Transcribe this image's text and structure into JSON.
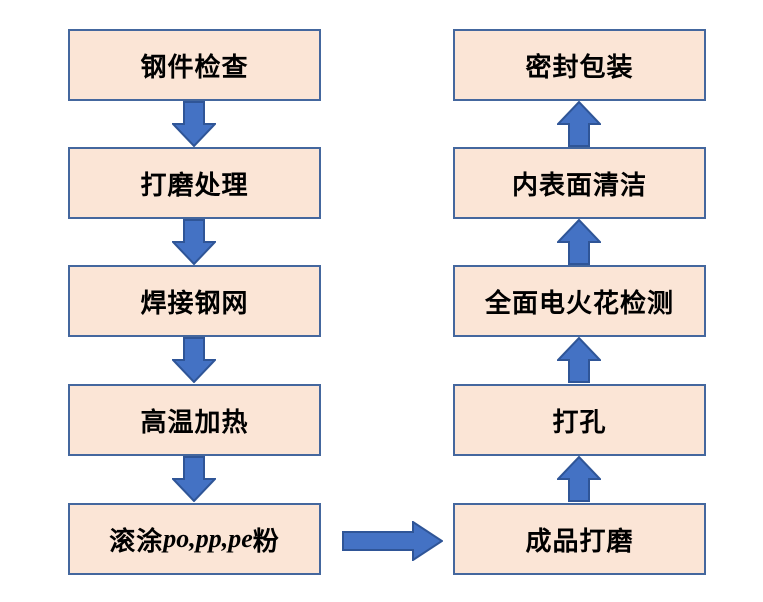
{
  "diagram": {
    "type": "flowchart",
    "colors": {
      "box_fill": "#FBE5D6",
      "box_border": "#44679E",
      "arrow_fill": "#4472C4",
      "arrow_border": "#2F5597",
      "text_color": "#000000",
      "canvas_bg": "#FFFFFF"
    },
    "flow": {
      "left_steps": [
        {
          "label": "钢件检查"
        },
        {
          "label": "打磨处理"
        },
        {
          "label": "焊接钢网"
        },
        {
          "label": "高温加热"
        },
        {
          "label_prefix": "滚涂 ",
          "label_latin": "po,pp,pe",
          "label_suffix": " 粉"
        }
      ],
      "right_steps": [
        {
          "label": "密封包装"
        },
        {
          "label": "内表面清洁"
        },
        {
          "label": "全面电火花检测"
        },
        {
          "label": "打孔"
        },
        {
          "label": "成品打磨"
        }
      ],
      "arrows": {
        "left_column_direction": "down",
        "right_column_direction": "up",
        "cross_link": "滚涂 po,pp,pe 粉 → 成品打磨"
      }
    }
  }
}
